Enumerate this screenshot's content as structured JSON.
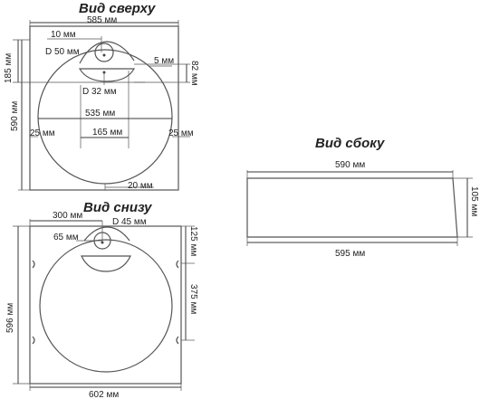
{
  "top_view": {
    "title": "Вид сверху",
    "width_total": "585 мм",
    "offset_left": "10 мм",
    "hole_diameter": "D 50 мм",
    "offset_right": "5 мм",
    "depth_bowl": "82 мм",
    "height_edge": "185 мм",
    "drain_diameter": "D 32 мм",
    "depth_total": "590 мм",
    "bowl_width": "535 мм",
    "side_left": "25 мм",
    "center_width": "165 мм",
    "side_right": "25 мм",
    "bottom_gap": "20 мм"
  },
  "bottom_view": {
    "title": "Вид снизу",
    "offset_hole": "300 мм",
    "hole_diameter": "D 45 мм",
    "offset_small": "65 мм",
    "right_top": "125 мм",
    "depth_total": "596 мм",
    "right_mid": "375 мм",
    "width_total": "602 мм"
  },
  "side_view": {
    "title": "Вид сбоку",
    "top_width": "590 мм",
    "height": "105 мм",
    "bottom_width": "595 мм"
  }
}
